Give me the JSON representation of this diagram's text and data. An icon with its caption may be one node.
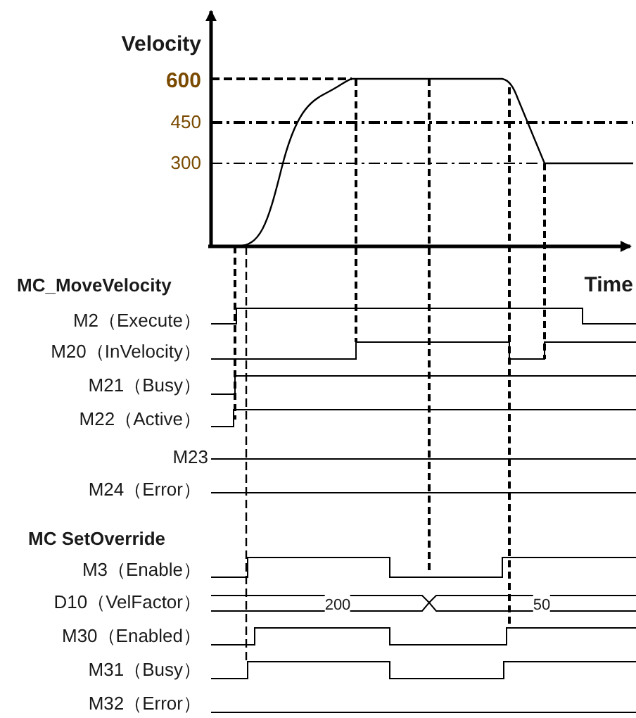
{
  "diagram": {
    "labels": [
      "Velocity",
      "600",
      "450",
      "300",
      "MC_MoveVelocity",
      "Time",
      "M2（Execute）",
      "M20（InVelocity）",
      "M21（Busy）",
      "M22（Active）",
      "M23",
      "M24（Error）",
      "MC SetOverride",
      "M3（Enable）",
      "D10（VelFactor）",
      "200",
      "50",
      "M30（Enabled）",
      "M31（Busy）",
      "M32（Error）"
    ]
  }
}
